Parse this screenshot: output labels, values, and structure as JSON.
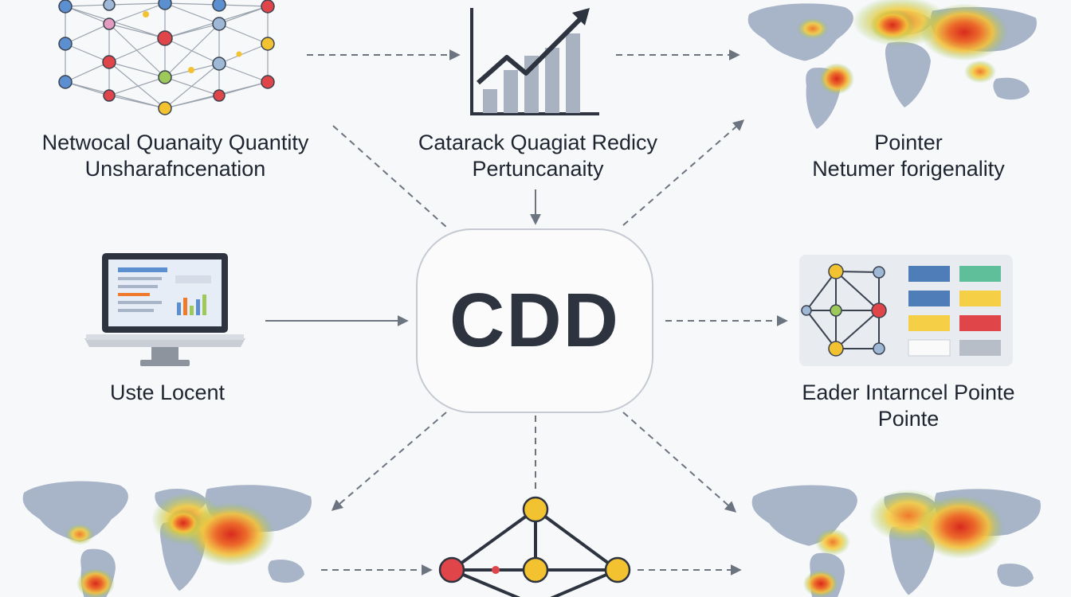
{
  "center": {
    "label": "CDD"
  },
  "nodes": {
    "network": {
      "line1": "Netwocal Quanaity Quantity",
      "line2": "Unsharafncenation"
    },
    "chart": {
      "line1": "Catarack Quagiat Redicy",
      "line2": "Pertuncanaity"
    },
    "map_top_right": {
      "line1": "Pointer",
      "line2": "Netumer forigenality"
    },
    "computer": {
      "line1": "Uste Locent"
    },
    "graph_table": {
      "line1": "Eader Intarncel Pointe",
      "line2": "Pointe"
    }
  },
  "colors": {
    "node_blue": "#5b8fd0",
    "node_red": "#e0454a",
    "node_yellow": "#f2c230",
    "node_pink": "#e59ac0",
    "node_green": "#9cc95a",
    "edge": "#6c7480",
    "text": "#1e2530"
  },
  "icons": [
    "network-graph-icon",
    "trend-chart-icon",
    "world-heatmap-icon",
    "computer-icon",
    "graph-table-icon",
    "graph-diamond-icon"
  ]
}
